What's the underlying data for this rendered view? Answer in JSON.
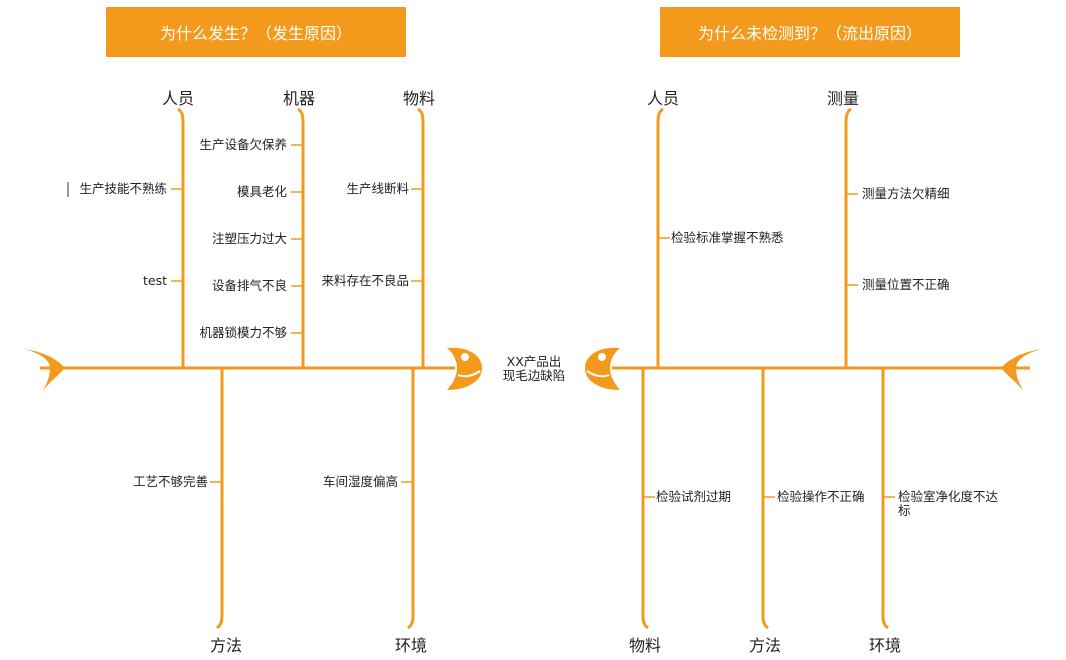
{
  "left_header": "为什么发生？（发生原因）",
  "right_header": "为什么未检测到？（流出原因）",
  "problem": "XX产品出现毛边缺陷",
  "problem_lines": [
    "XX产品出",
    "现毛边缺陷"
  ],
  "colors": {
    "accent": "#f39a1c",
    "banner_text": "#ffffff",
    "text": "#222222"
  },
  "left": {
    "top": [
      {
        "name": "人员",
        "causes": [
          "生产技能不熟练",
          "test"
        ]
      },
      {
        "name": "机器",
        "causes": [
          "生产设备欠保养",
          "模具老化",
          "注塑压力过大",
          "设备排气不良",
          "机器锁模力不够"
        ]
      },
      {
        "name": "物料",
        "causes": [
          "生产线断料",
          "来料存在不良品"
        ]
      }
    ],
    "bottom": [
      {
        "name": "方法",
        "causes": [
          "工艺不够完善"
        ]
      },
      {
        "name": "环境",
        "causes": [
          "车间湿度偏高"
        ]
      }
    ]
  },
  "right": {
    "top": [
      {
        "name": "人员",
        "causes": [
          "检验标准掌握不熟悉"
        ]
      },
      {
        "name": "测量",
        "causes": [
          "测量方法欠精细",
          "测量位置不正确"
        ]
      }
    ],
    "bottom": [
      {
        "name": "物料",
        "causes": [
          "检验试剂过期"
        ]
      },
      {
        "name": "方法",
        "causes": [
          "检验操作不正确"
        ]
      },
      {
        "name": "环境",
        "causes": [
          "检验室净化度不达标"
        ]
      }
    ]
  }
}
